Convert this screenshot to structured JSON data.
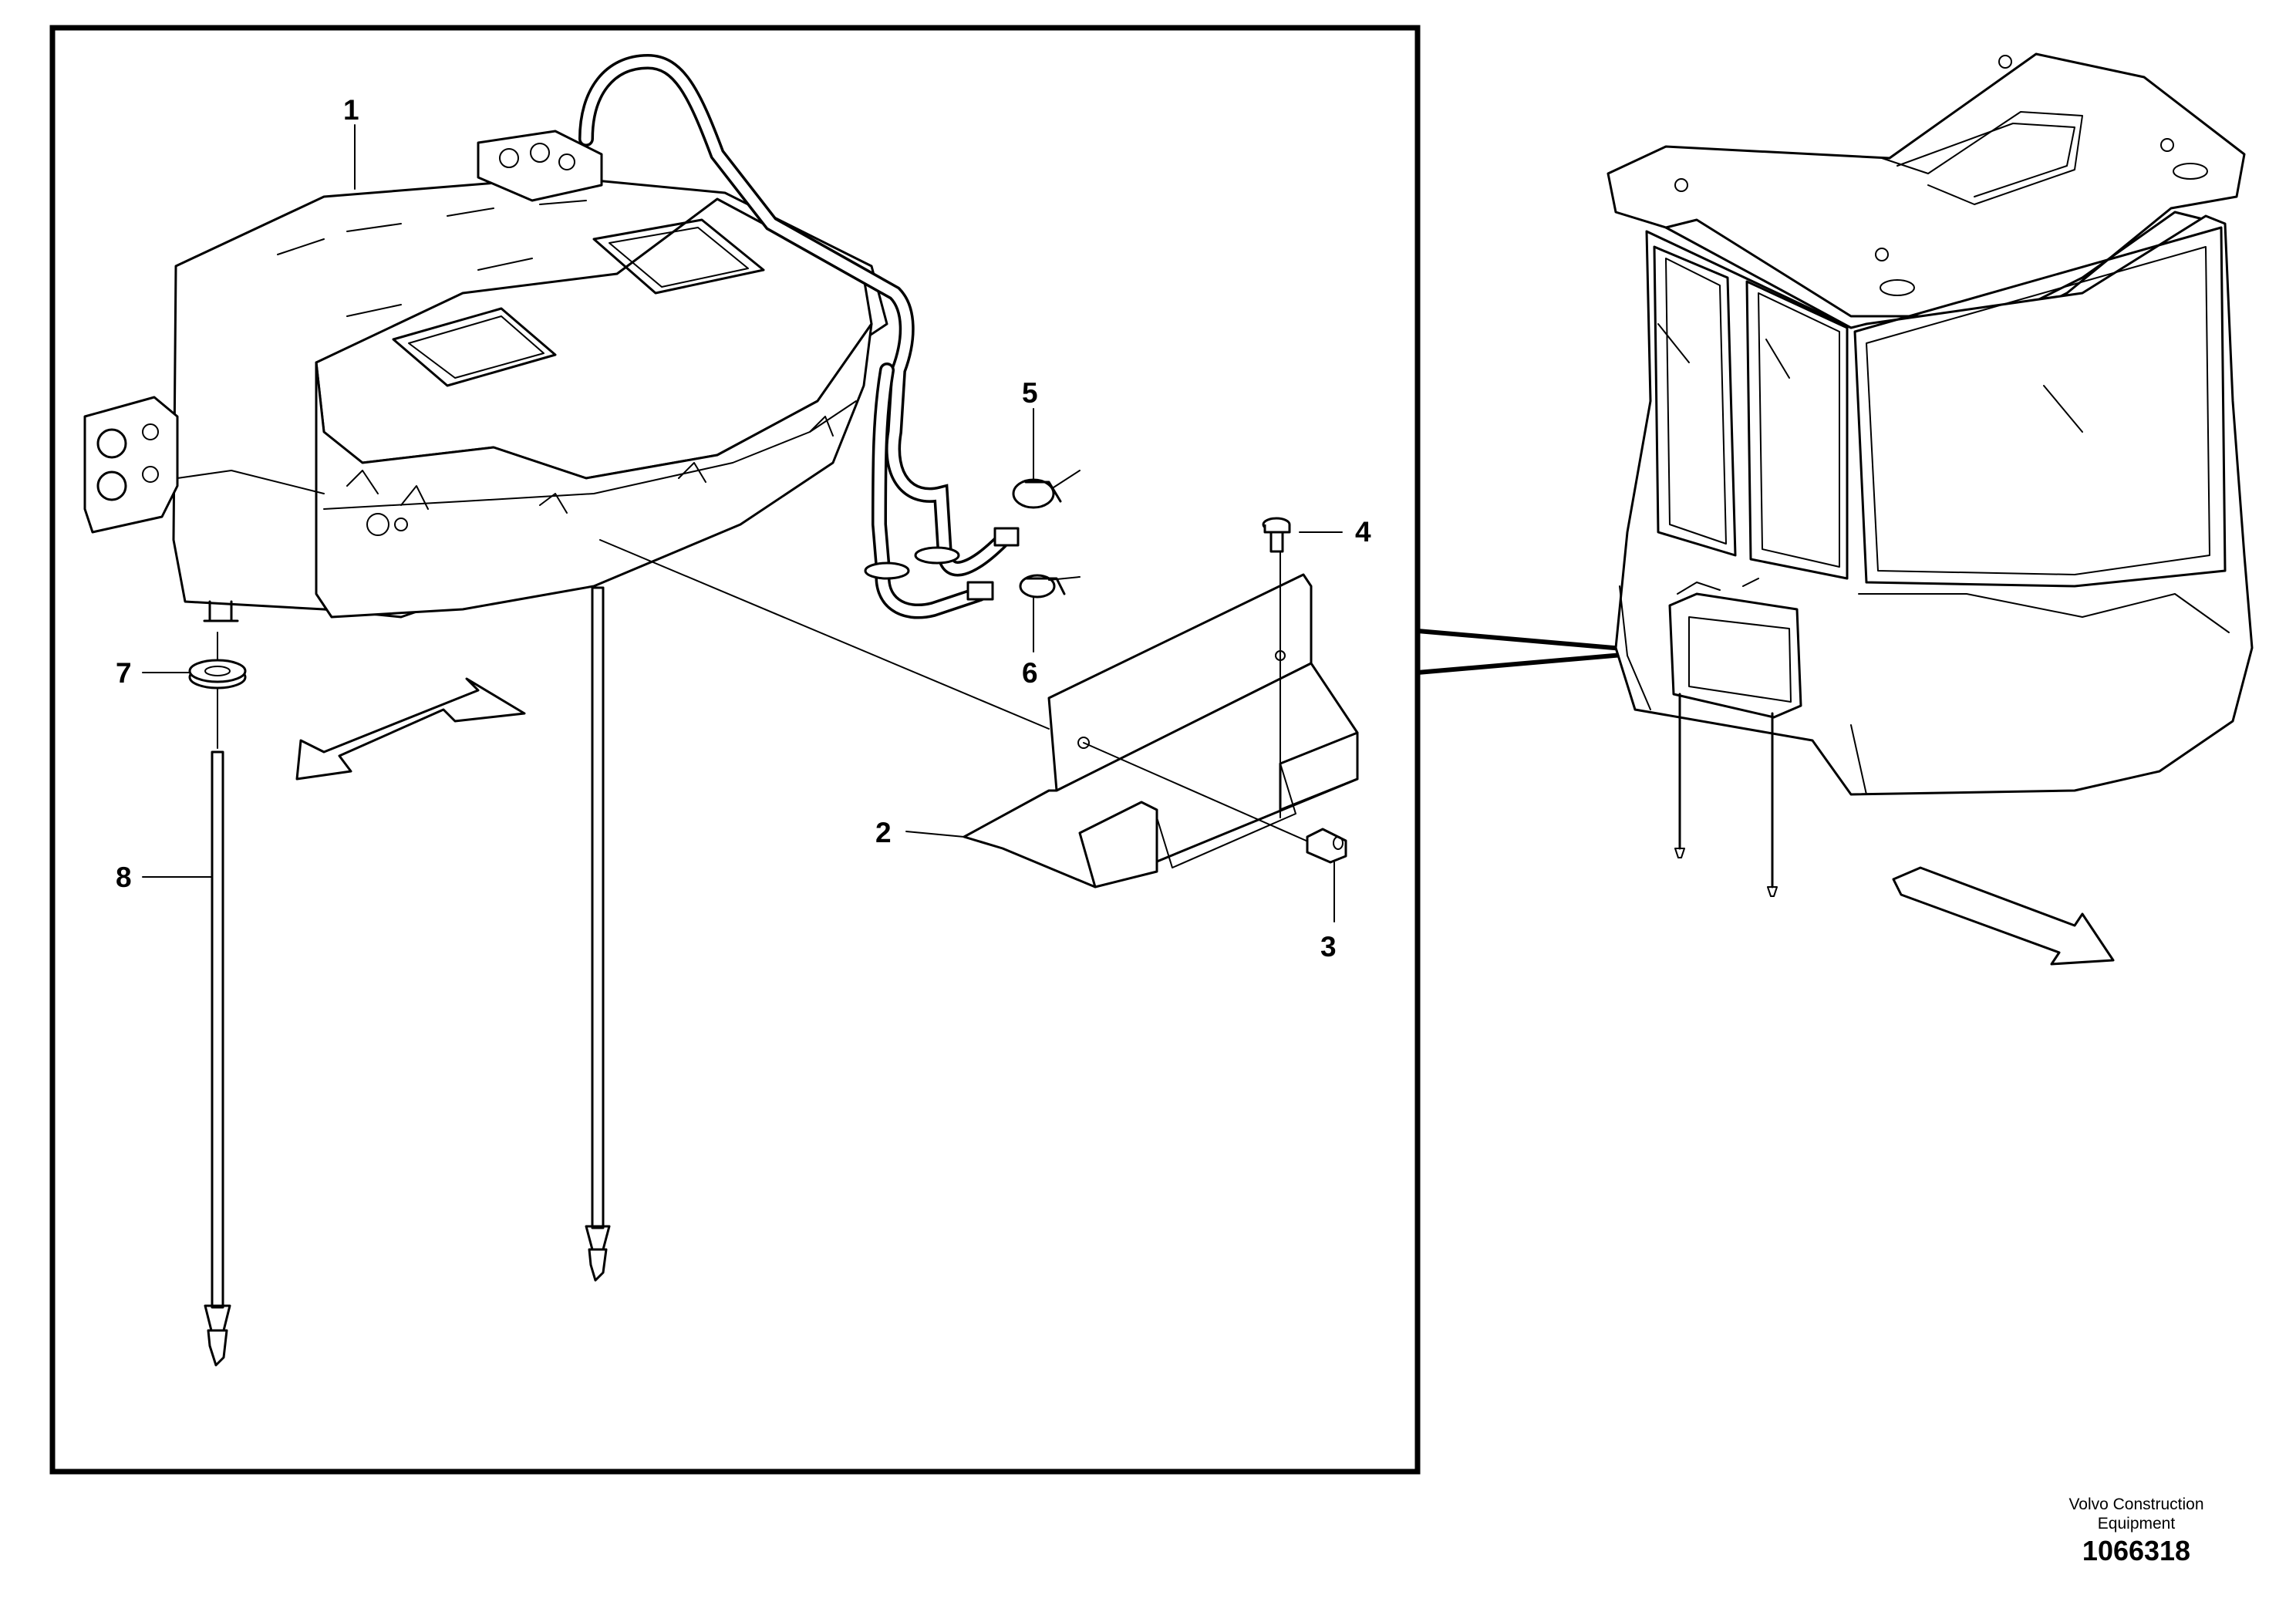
{
  "callouts": {
    "c1": "1",
    "c2": "2",
    "c3": "3",
    "c4": "4",
    "c5": "5",
    "c6": "6",
    "c7": "7",
    "c8": "8"
  },
  "footer": {
    "brand_line1": "Volvo Construction",
    "brand_line2": "Equipment",
    "drawing_number": "1066318"
  }
}
